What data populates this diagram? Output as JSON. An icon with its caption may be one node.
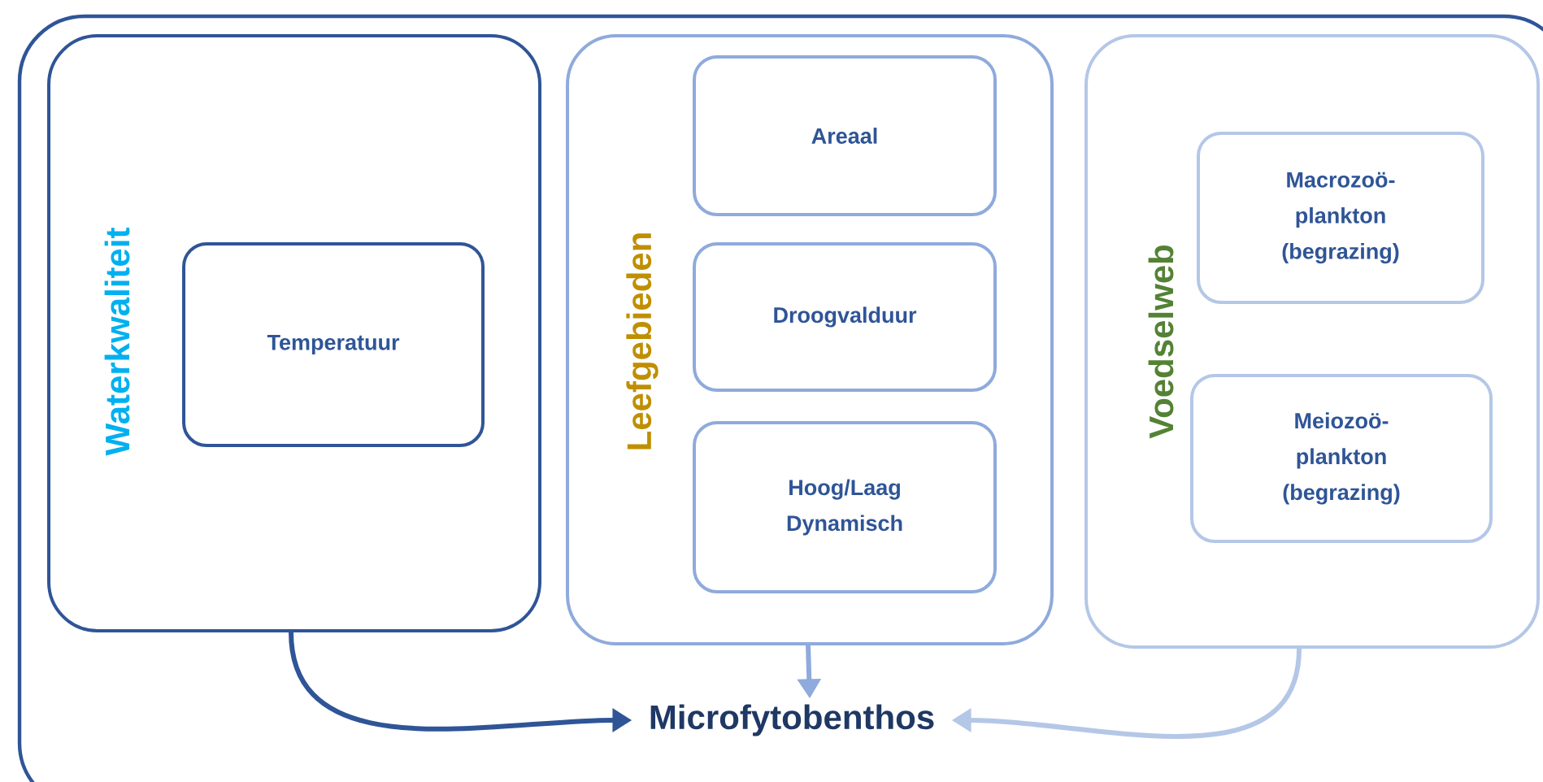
{
  "diagram": {
    "nodes": [
      {
        "text": [],
        "shape": "box"
      },
      {
        "text": [
          "Waterkwaliteit"
        ],
        "in": 0
      },
      {
        "text": [
          "Temperatuur"
        ],
        "in": 1
      },
      {
        "text": [
          "Leefgebieden"
        ],
        "in": 0
      },
      {
        "text": [
          "Areaal"
        ],
        "in": 3
      },
      {
        "text": [
          "Droogvalduur"
        ],
        "in": 3
      },
      {
        "text": [
          "Hoog/Laag Dynamisch"
        ],
        "in": 3
      },
      {
        "text": [
          "Voedselweb"
        ],
        "in": 0
      },
      {
        "text": [
          "Macrozoö- plankton (begrazing)"
        ],
        "in": 7
      },
      {
        "text": [
          "Meiozoö- plankton (begrazing)"
        ],
        "in": 7
      },
      {
        "text": [
          "Microfytobenthos"
        ],
        "in": 0
      }
    ],
    "edges": [
      {
        "from": 1,
        "to": 10,
        "arrow": "to",
        "color": "#2f5597"
      },
      {
        "from": 3,
        "to": 10,
        "arrow": "to",
        "color": "#8faadc"
      },
      {
        "from": 7,
        "to": 10,
        "arrow": "to",
        "color": "#b4c7e7"
      }
    ]
  }
}
